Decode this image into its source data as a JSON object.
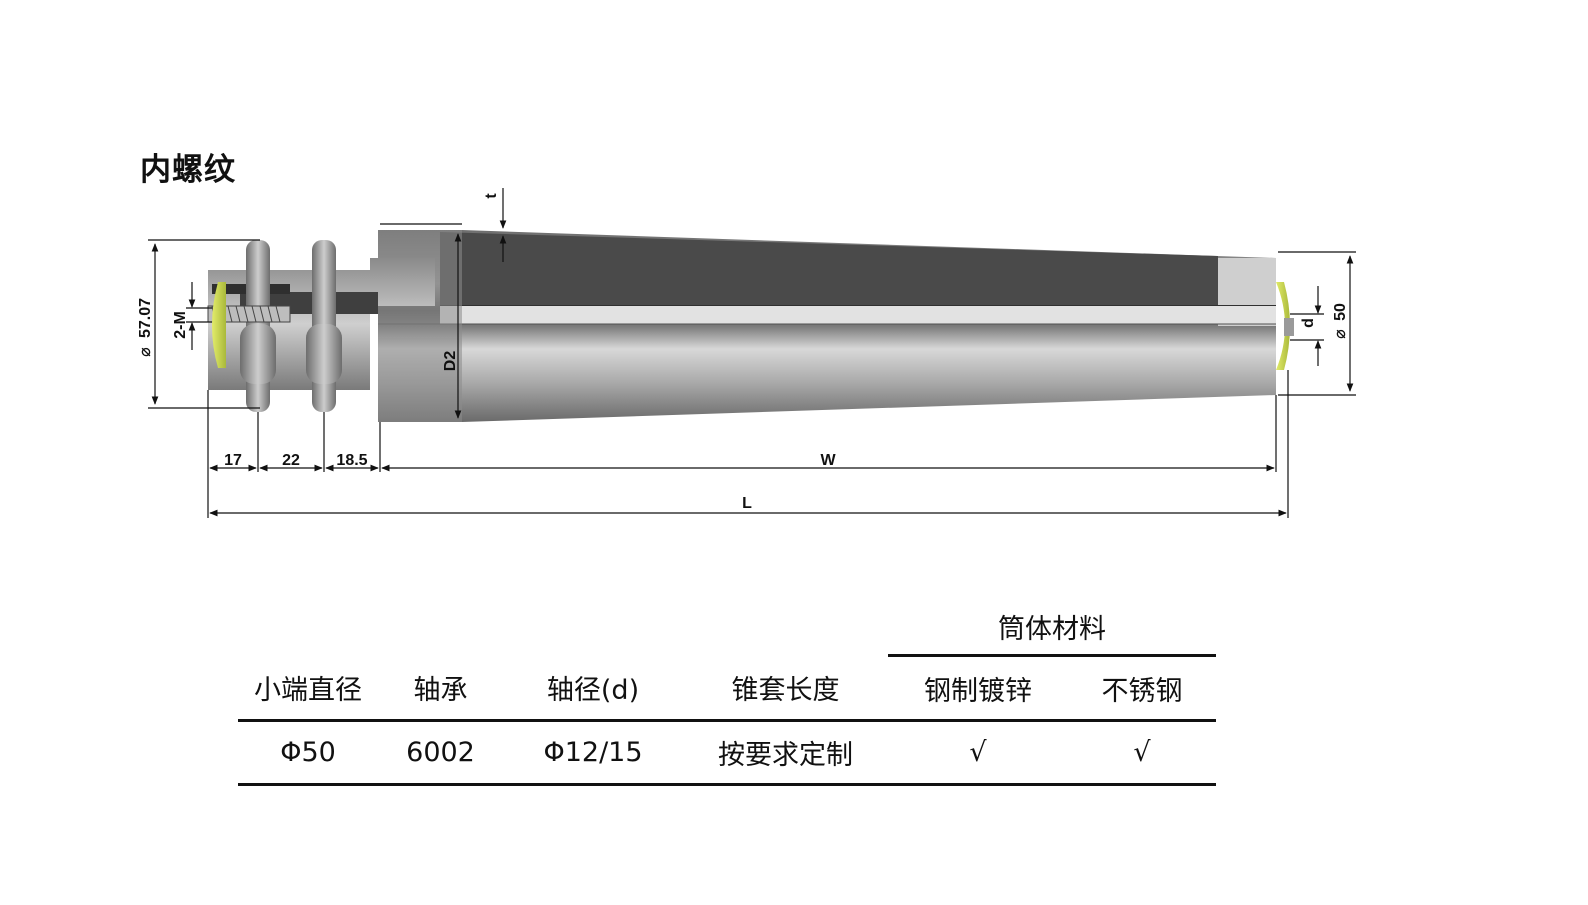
{
  "title": "内螺纹",
  "drawing": {
    "dimensions": {
      "outer_diameter": "57.07",
      "thread": "2-M",
      "seg1": "17",
      "seg2": "22",
      "seg3": "18.5",
      "tube_length": "W",
      "total_length": "L",
      "tube_diameter": "D2",
      "wall_thickness": "t",
      "shaft_diameter": "d",
      "small_end_diameter": "50"
    },
    "diameter_symbol": "⌀",
    "colors": {
      "tube_dark": "#5a5a5a",
      "tube_light": "#d6d6d6",
      "end_cap": "#c9d94a"
    }
  },
  "table": {
    "group_header": "筒体材料",
    "columns": [
      "小端直径",
      "轴承",
      "轴径(d)",
      "锥套长度",
      "钢制镀锌",
      "不锈钢"
    ],
    "rows": [
      [
        "Φ50",
        "6002",
        "Φ12/15",
        "按要求定制",
        "√",
        "√"
      ]
    ]
  }
}
